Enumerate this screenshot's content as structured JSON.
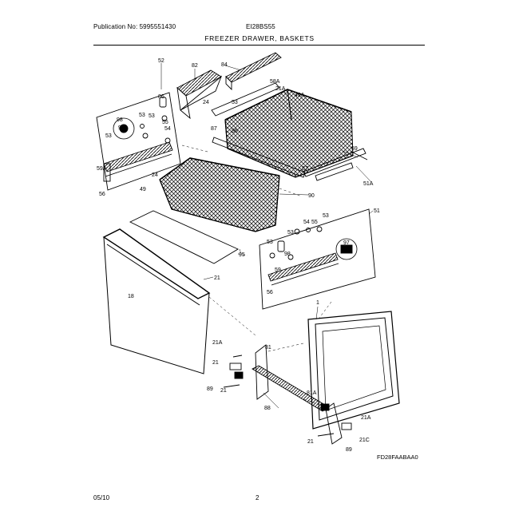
{
  "header": {
    "publication": "Publication No: 5995551430",
    "model": "EI28BS55",
    "section_title": "FREEZER DRAWER, BASKETS"
  },
  "footer": {
    "date": "05/10",
    "page": "2"
  },
  "drawing_code": "FD28FAABAA0",
  "callouts": {
    "c52": "52",
    "c82": "82",
    "c84": "84",
    "c86": "86",
    "c53_a": "53",
    "c53_b": "53",
    "c55": "55",
    "c54_a": "54",
    "c98_a": "98",
    "c97_a": "97",
    "c59a_a": "59A",
    "c56_a": "56",
    "c24_a": "24",
    "c49_a": "49",
    "c58a": "58A",
    "c53_c": "53",
    "c21a_top": "21A",
    "c49a": "49A",
    "c87_a": "87",
    "c87_b": "87",
    "c86_b": "86",
    "c59": "59",
    "c51a": "51A",
    "c24_b": "24",
    "c90": "90",
    "c95": "95",
    "c53_d": "53",
    "c54_b": "54",
    "c55_b": "55",
    "c51": "51",
    "c53_e": "53",
    "c97_b": "97",
    "c98_b": "98",
    "c56_b": "56",
    "c59_b": "59",
    "c18": "18",
    "c21": "21",
    "c1": "1",
    "c21a_l": "21A",
    "c21_l": "21",
    "c81": "81",
    "c88": "88",
    "c89_l": "89",
    "c21_b": "21",
    "c81a": "81A",
    "c21a_r": "21A",
    "c21_r": "21",
    "c21c": "21C",
    "c89_r": "89"
  }
}
